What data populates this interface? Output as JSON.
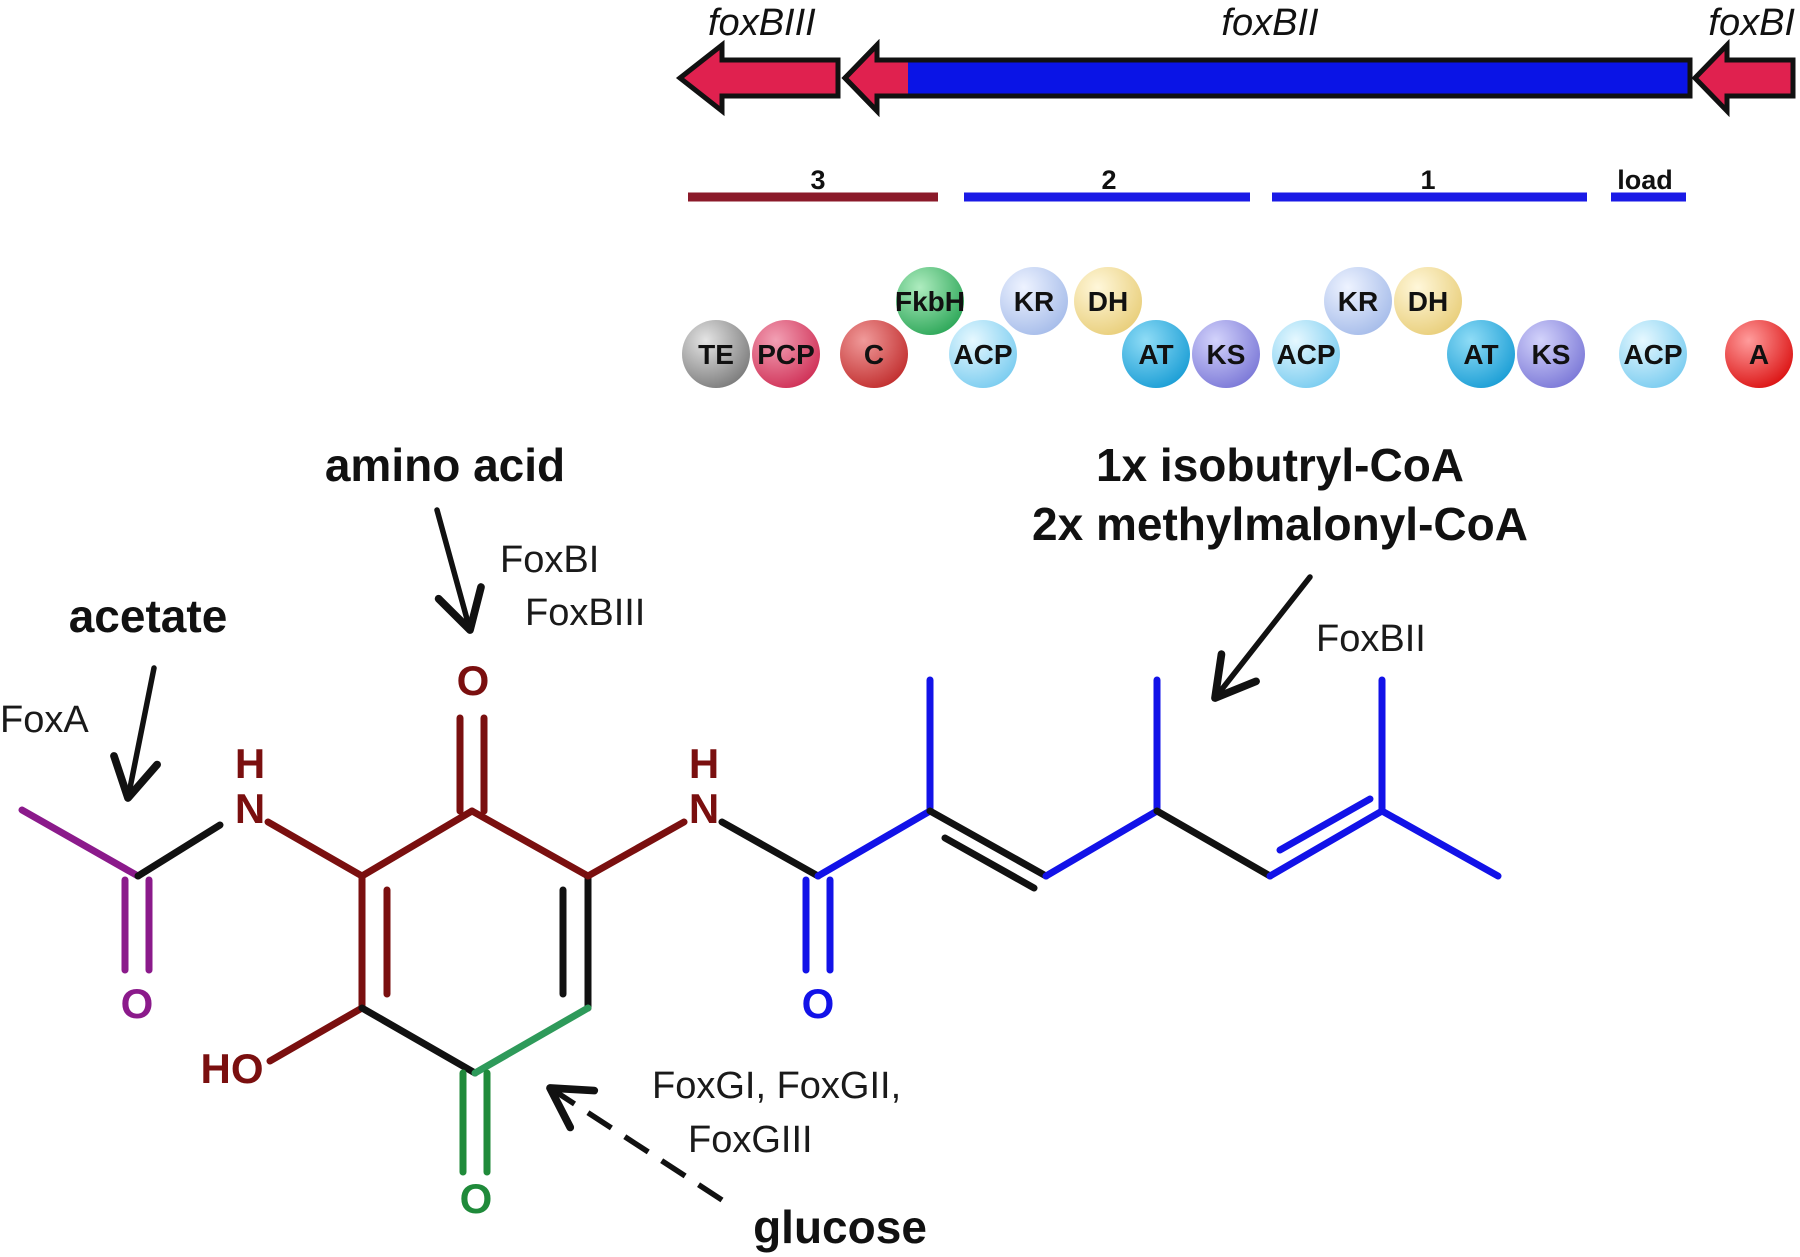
{
  "colors": {
    "gene_red": "#e0214f",
    "gene_blue": "#0a14e6",
    "module_red": "#8b1a2a",
    "module_blue": "#1a1ae6",
    "acetate_purple": "#8b1a8b",
    "amino_red": "#7a0f0f",
    "pk_blue": "#1212e8",
    "glucose_green": "#1f8a3a",
    "black": "#111111"
  },
  "genes": {
    "foxBIII": "foxBIII",
    "foxBII": "foxBII",
    "foxBI": "foxBI"
  },
  "modules": {
    "m3": "3",
    "m2": "2",
    "m1": "1",
    "load": "load"
  },
  "domains": {
    "te": "TE",
    "pcp": "PCP",
    "c": "C",
    "fkbh": "FkbH",
    "acp_m2": "ACP",
    "kr_m2": "KR",
    "dh_m2": "DH",
    "at_m2": "AT",
    "ks_m2": "KS",
    "acp_m1": "ACP",
    "kr_m1": "KR",
    "dh_m1": "DH",
    "at_m1": "AT",
    "ks_m1": "KS",
    "acp_load": "ACP",
    "a_load": "A"
  },
  "precursors": {
    "amino_acid": "amino acid",
    "acetate": "acetate",
    "isobutyryl": "1x isobutryl-CoA",
    "methylmalonyl": "2x methylmalonyl-CoA",
    "glucose": "glucose"
  },
  "enzymes": {
    "foxA": "FoxA",
    "foxBI": "FoxBI",
    "foxBIII": "FoxBIII",
    "foxBII": "FoxBII",
    "foxG_line1": "FoxGI, FoxGII,",
    "foxG_line2": "FoxGIII"
  },
  "atoms": {
    "nh1_h": "H",
    "nh1_n": "N",
    "nh2_h": "H",
    "nh2_n": "N",
    "o_top": "O",
    "o_acetyl": "O",
    "o_amide": "O",
    "ho": "HO",
    "o_green": "O"
  }
}
